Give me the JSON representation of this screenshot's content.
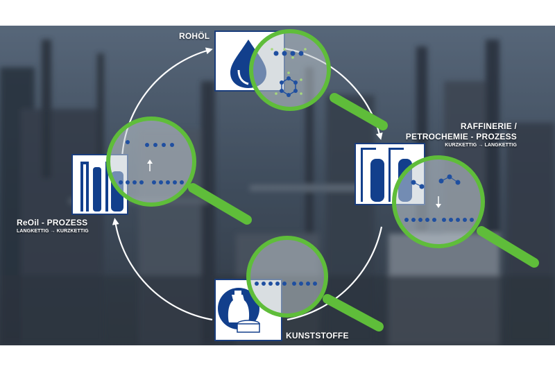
{
  "stages": {
    "crude_oil": {
      "title": "ROHÖL"
    },
    "refinery": {
      "title_line1": "RAFFINERIE /",
      "title_line2": "PETROCHEMIE - PROZESS",
      "subtitle": "KURZKETTIG → LANGKETTIG"
    },
    "plastics": {
      "title": "KUNSTSTOFFE"
    },
    "reoil": {
      "title": "ReOil - PROZESS",
      "subtitle": "LANGKETTIG → KURZKETTIG"
    }
  },
  "colors": {
    "lens_green": "#5fbd3a",
    "icon_blue": "#123f8c",
    "molecule_blue": "#1f4fa0",
    "hydrogen_green": "#a7d97c",
    "arrow_white": "#ffffff"
  },
  "icons": {
    "crude_oil": "oil-drop-icon",
    "refinery": "distillation-column-icon",
    "plastics": "plastic-bottle-icon",
    "reoil": "reoil-reactor-icon",
    "lens": "magnifier-icon"
  }
}
